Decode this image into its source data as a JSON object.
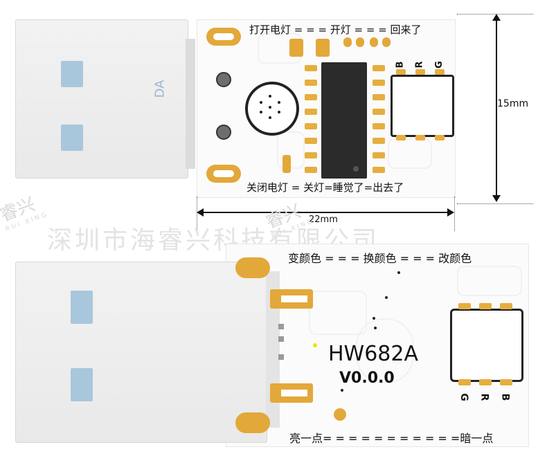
{
  "top_board": {
    "connector_mark": "DA",
    "label_top": "打开电灯 = = = 开灯 = = = 回来了",
    "label_bottom": "关闭电灯 = 关灯=睡觉了=出去了",
    "led_pins": [
      "B",
      "R",
      "G"
    ]
  },
  "dimensions": {
    "height_label": "15mm",
    "width_label": "22mm"
  },
  "watermark": {
    "company": "深圳市海睿兴科技有限公司",
    "logo_text": "睿兴",
    "logo_sub": "RUI XING"
  },
  "bottom_board": {
    "label_top": "变颜色 = = = 换颜色 = = = 改颜色",
    "model": "HW682A",
    "version": "V0.0.0",
    "label_bottom": "亮一点= = = = = = = = = = =暗一点",
    "led_pins": [
      "G",
      "R",
      "B"
    ]
  },
  "colors": {
    "gold": "#e3a83a",
    "chip": "#2b2b2b",
    "usb_window": "#a9c7dc"
  }
}
